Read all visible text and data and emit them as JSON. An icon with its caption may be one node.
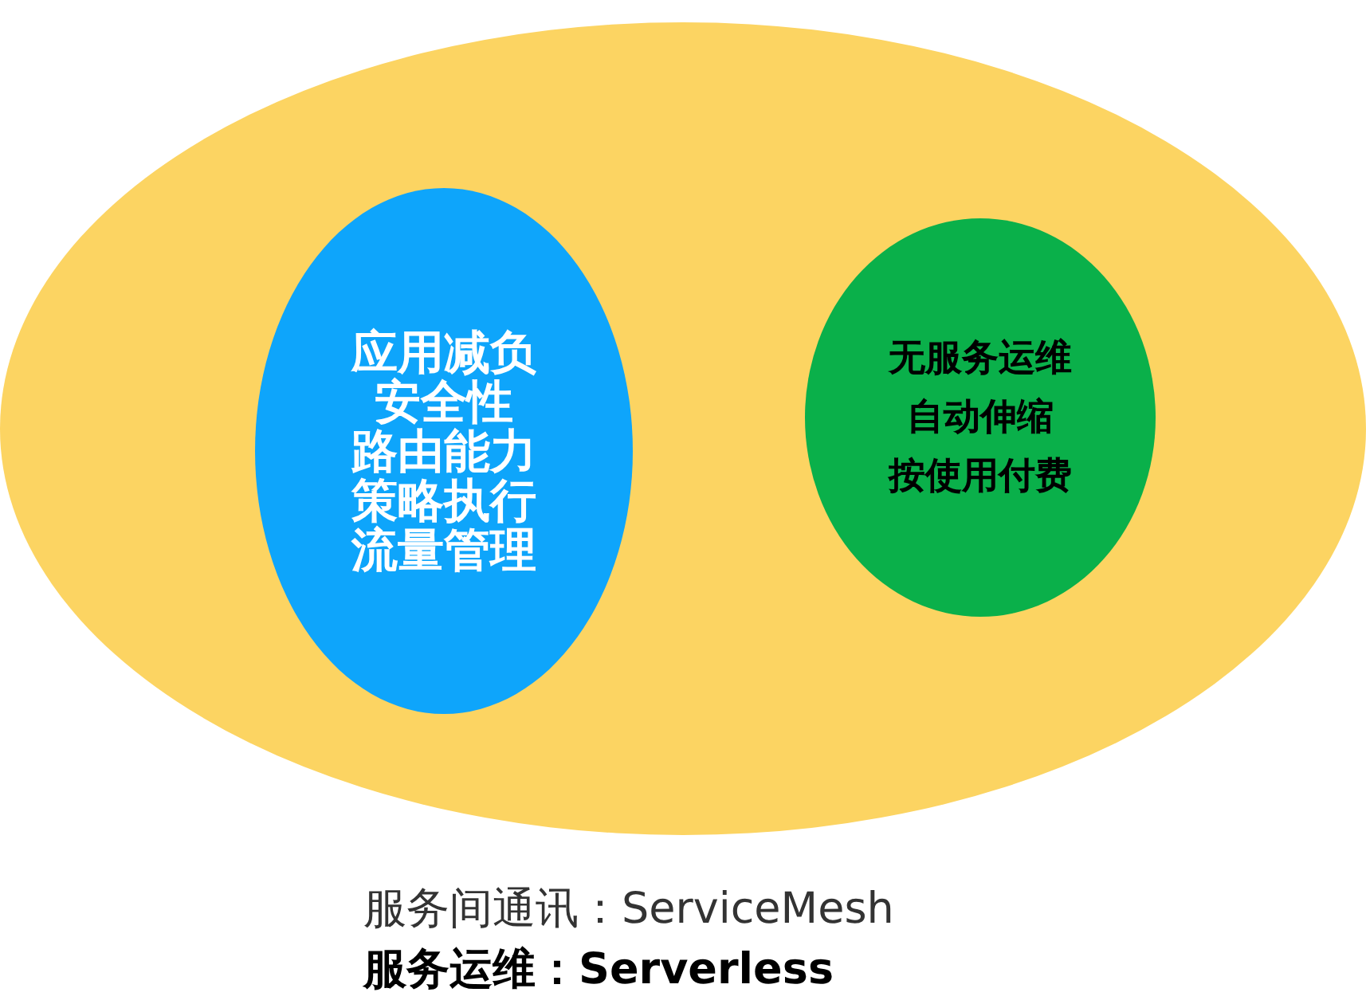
{
  "diagram": {
    "nodes": [
      {
        "text": [],
        "shape": "ellipse"
      },
      {
        "text": [
          "应用减负",
          "安全性",
          "路由能力",
          "策略执行",
          "流量管理"
        ],
        "in": 0
      },
      {
        "text": [
          "无服务运维",
          "自动伸缩",
          "按使用付费"
        ],
        "in": 0
      }
    ],
    "labels": [
      "服务间通讯：ServiceMesh",
      "服务运维：Serverless"
    ]
  }
}
